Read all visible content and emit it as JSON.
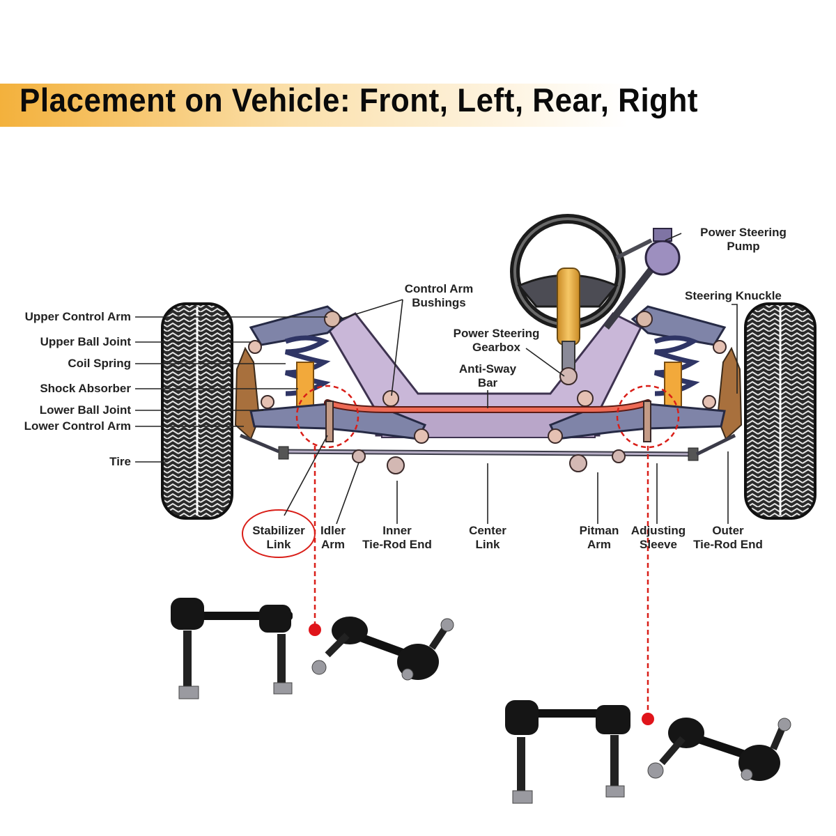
{
  "title": "Placement on Vehicle: Front, Left, Rear, Right",
  "colors": {
    "accent": "#f3b13c",
    "frame": "#c9b7d8",
    "control_arm": "#7f84a8",
    "anti_sway_bar": "#e8604e",
    "highlight": "#d91e18",
    "spring": "#3a3f6a",
    "shock": "#f2a93b"
  },
  "labels": {
    "upper_control_arm": "Upper Control Arm",
    "upper_ball_joint": "Upper Ball Joint",
    "coil_spring": "Coil Spring",
    "shock_absorber": "Shock Absorber",
    "lower_ball_joint": "Lower Ball Joint",
    "lower_control_arm": "Lower Control Arm",
    "tire": "Tire",
    "control_arm_bushings": [
      "Control Arm",
      "Bushings"
    ],
    "power_steering_gearbox": [
      "Power Steering",
      "Gearbox"
    ],
    "anti_sway_bar": [
      "Anti-Sway",
      "Bar"
    ],
    "power_steering_pump": [
      "Power Steering",
      "Pump"
    ],
    "steering_knuckle": "Steering Knuckle",
    "stabilizer_link": [
      "Stabilizer",
      "Link"
    ],
    "idler_arm": [
      "Idler",
      "Arm"
    ],
    "inner_tie_rod_end": [
      "Inner",
      "Tie-Rod End"
    ],
    "center_link": [
      "Center",
      "Link"
    ],
    "pitman_arm": [
      "Pitman",
      "Arm"
    ],
    "adjusting_sleeve": [
      "Adjusting",
      "Sleeve"
    ],
    "outer_tie_rod_end": [
      "Outer",
      "Tie-Rod End"
    ]
  }
}
